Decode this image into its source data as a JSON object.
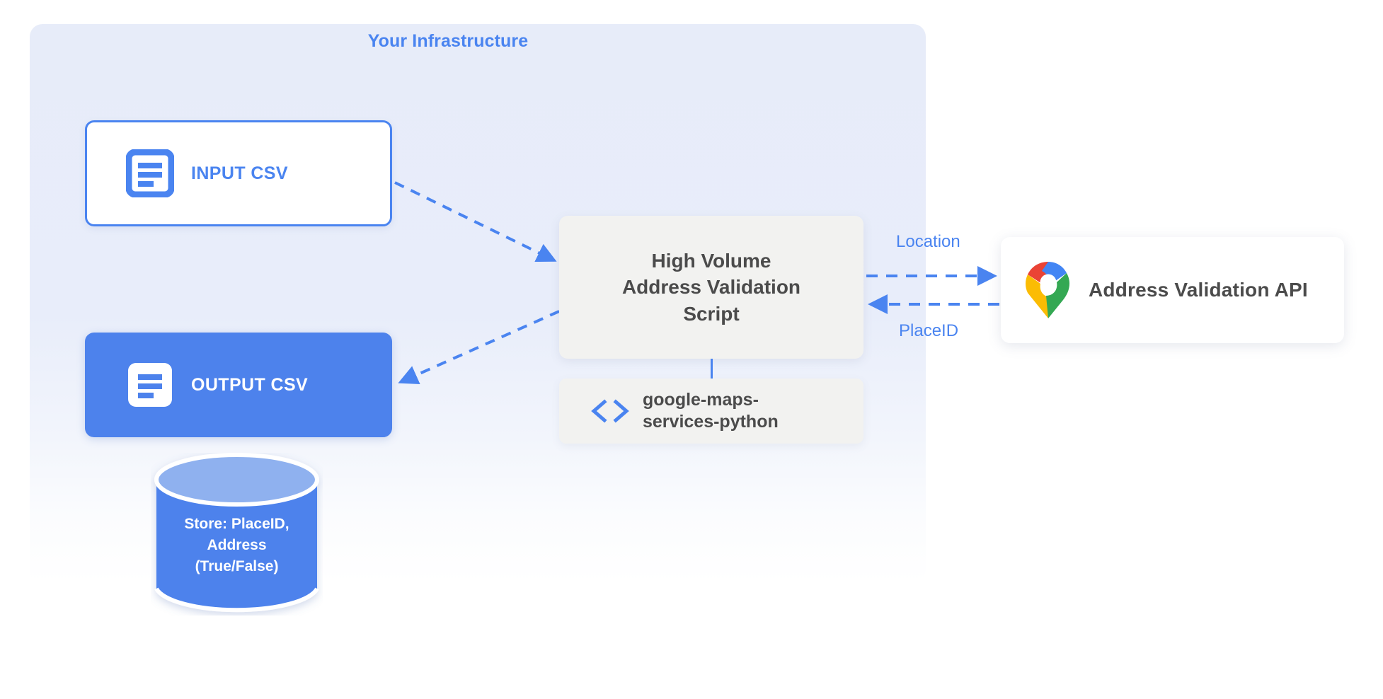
{
  "panel": {
    "title": "Your Infrastructure",
    "accent_color": "#4a84f0",
    "background_color": "#e7ecf9"
  },
  "nodes": {
    "input_csv": {
      "label": "INPUT CSV",
      "icon": "document-icon",
      "fill": "#ffffff",
      "border_color": "#4a84f0",
      "text_color": "#4a84f0"
    },
    "output_csv": {
      "label": "OUTPUT CSV",
      "icon": "document-icon",
      "fill": "#4d82ec",
      "text_color": "#ffffff"
    },
    "script": {
      "lines": [
        "High Volume",
        "Address Validation",
        "Script"
      ],
      "fill": "#f2f2f0",
      "text_color": "#4b4b4b"
    },
    "library": {
      "lines": [
        "google-maps-",
        "services-python"
      ],
      "icon": "code-brackets-icon",
      "fill": "#f2f2f0",
      "text_color": "#4b4b4b"
    },
    "api": {
      "label": "Address Validation API",
      "icon": "google-maps-pin-icon",
      "fill": "#ffffff",
      "text_color": "#4b4b4b"
    },
    "database": {
      "lines": [
        "Store: PlaceID,",
        "Address",
        "(True/False)"
      ],
      "icon": "cylinder-database-icon",
      "body_color": "#4d82ec",
      "top_color": "#8fb1ef",
      "text_color": "#ffffff"
    }
  },
  "edges": {
    "input_to_script": {
      "label": "",
      "style": "dashed",
      "color": "#4a84f0"
    },
    "script_to_output": {
      "label": "",
      "style": "dashed",
      "color": "#4a84f0"
    },
    "script_to_api": {
      "label": "Location",
      "style": "dashed",
      "color": "#4a84f0"
    },
    "api_to_script": {
      "label": "PlaceID",
      "style": "dashed",
      "color": "#4a84f0"
    },
    "script_to_library": {
      "label": "",
      "style": "solid",
      "color": "#4a84f0"
    }
  },
  "chart_data": {
    "type": "diagram",
    "title": "Your Infrastructure",
    "nodes": [
      {
        "id": "input_csv",
        "label": "INPUT CSV",
        "group": "infrastructure"
      },
      {
        "id": "output_csv",
        "label": "OUTPUT CSV",
        "group": "infrastructure"
      },
      {
        "id": "script",
        "label": "High Volume Address Validation Script",
        "group": "infrastructure"
      },
      {
        "id": "library",
        "label": "google-maps-services-python",
        "group": "infrastructure"
      },
      {
        "id": "database",
        "label": "Store: PlaceID, Address (True/False)",
        "group": "infrastructure"
      },
      {
        "id": "api",
        "label": "Address Validation API",
        "group": "external"
      }
    ],
    "edges": [
      {
        "from": "input_csv",
        "to": "script",
        "label": "",
        "style": "dashed"
      },
      {
        "from": "script",
        "to": "output_csv",
        "label": "",
        "style": "dashed"
      },
      {
        "from": "script",
        "to": "api",
        "label": "Location",
        "style": "dashed"
      },
      {
        "from": "api",
        "to": "script",
        "label": "PlaceID",
        "style": "dashed"
      },
      {
        "from": "script",
        "to": "library",
        "label": "",
        "style": "solid"
      }
    ]
  }
}
